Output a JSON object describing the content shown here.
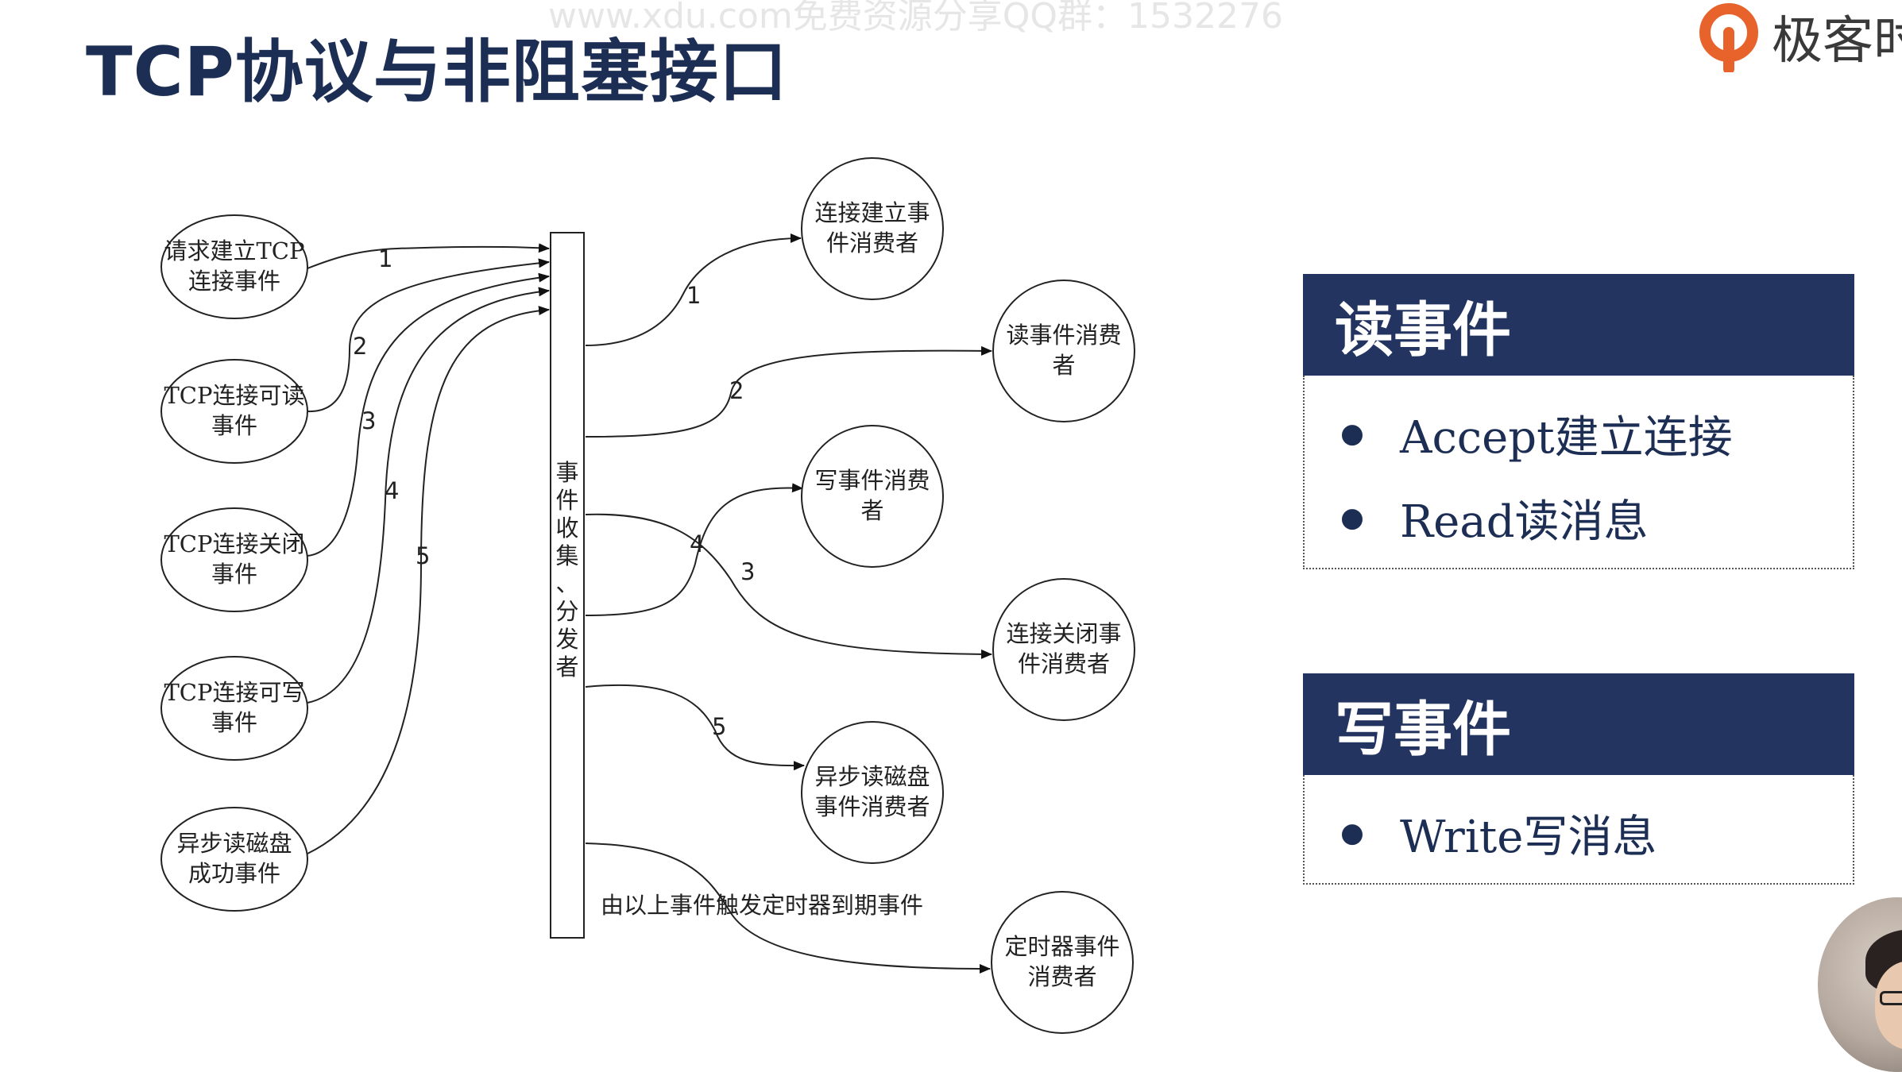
{
  "slide": {
    "title": "TCP协议与非阻塞接口",
    "watermark": "www.xdu.com免费资源分享QQ群：1532276",
    "logo_text": "极客时",
    "logo_color": "#e8622c",
    "accent_color": "#243460"
  },
  "diagram": {
    "collector_label": "事件收集、分发者",
    "sources": [
      {
        "line1": "请求建立TCP",
        "line2": "连接事件"
      },
      {
        "line1": "TCP连接可读",
        "line2": "事件"
      },
      {
        "line1": "TCP连接关闭",
        "line2": "事件"
      },
      {
        "line1": "TCP连接可写",
        "line2": "事件"
      },
      {
        "line1": "异步读磁盘",
        "line2": "成功事件"
      }
    ],
    "consumers": [
      {
        "line1": "连接建立事",
        "line2": "件消费者"
      },
      {
        "line1": "读事件消费",
        "line2": "者"
      },
      {
        "line1": "写事件消费",
        "line2": "者"
      },
      {
        "line1": "连接关闭事",
        "line2": "件消费者"
      },
      {
        "line1": "异步读磁盘",
        "line2": "事件消费者"
      },
      {
        "line1": "定时器事件",
        "line2": "消费者"
      }
    ],
    "in_labels": [
      "1",
      "2",
      "3",
      "4",
      "5"
    ],
    "out_labels": [
      "1",
      "2",
      "4",
      "3",
      "5"
    ],
    "timer_label": "由以上事件触发定时器到期事件"
  },
  "read_box": {
    "title": "读事件",
    "items": [
      "Accept建立连接",
      "Read读消息"
    ]
  },
  "write_box": {
    "title": "写事件",
    "items": [
      "Write写消息"
    ]
  }
}
